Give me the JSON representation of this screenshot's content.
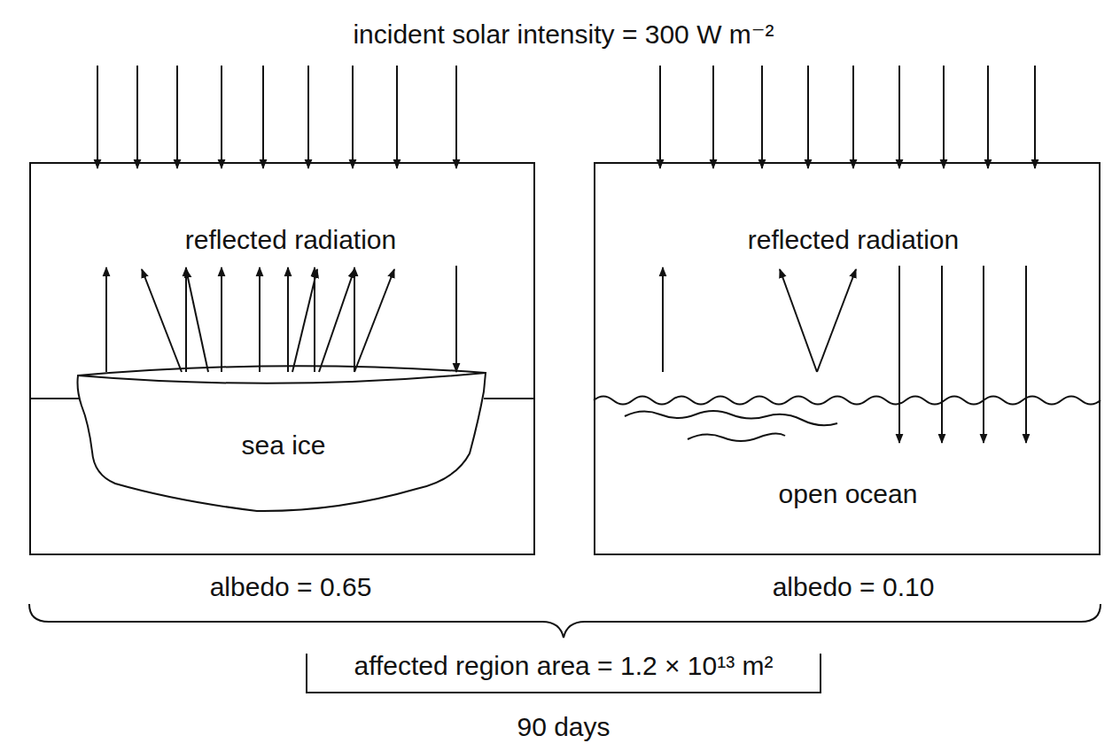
{
  "diagram": {
    "title": "incident solar intensity = 300 W m⁻²",
    "nodes": [
      {
        "text": [
          "reflected radiation",
          "sea ice",
          "albedo = 0.65"
        ]
      },
      {
        "text": [
          "reflected radiation",
          "open ocean",
          "albedo = 0.10"
        ]
      }
    ],
    "labels": [
      "affected region area = 1.2 × 10¹³ m²",
      "90 days"
    ]
  }
}
